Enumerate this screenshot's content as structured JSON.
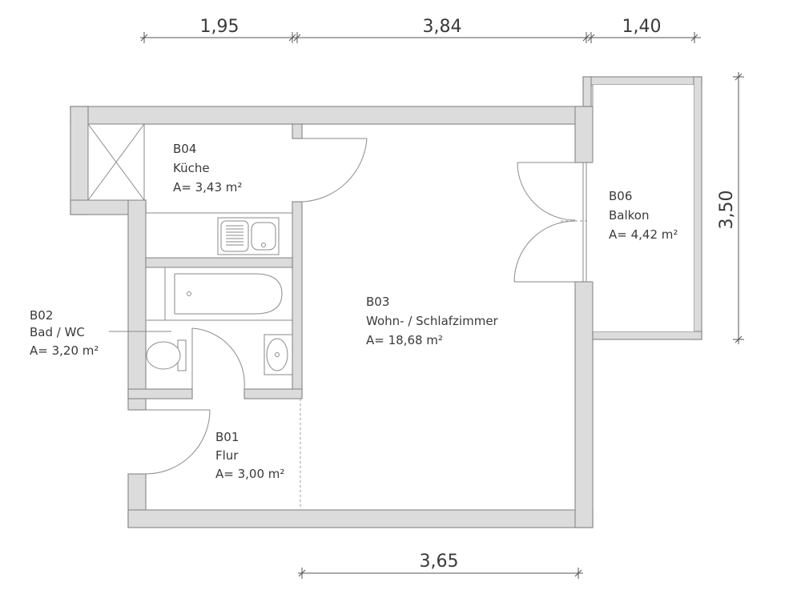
{
  "dimensions": {
    "top": [
      "1,95",
      "3,84",
      "1,40"
    ],
    "bottom": "3,65",
    "right": "3,50"
  },
  "rooms": [
    {
      "id": "B04",
      "name": "Küche",
      "area": "A= 3,43 m²"
    },
    {
      "id": "B06",
      "name": "Balkon",
      "area": "A= 4,42 m²"
    },
    {
      "id": "B03",
      "name": "Wohn- / Schlafzimmer",
      "area": "A= 18,68 m²"
    },
    {
      "id": "B02",
      "name": "Bad / WC",
      "area": "A= 3,20 m²"
    },
    {
      "id": "B01",
      "name": "Flur",
      "area": "A= 3,00 m²"
    }
  ]
}
